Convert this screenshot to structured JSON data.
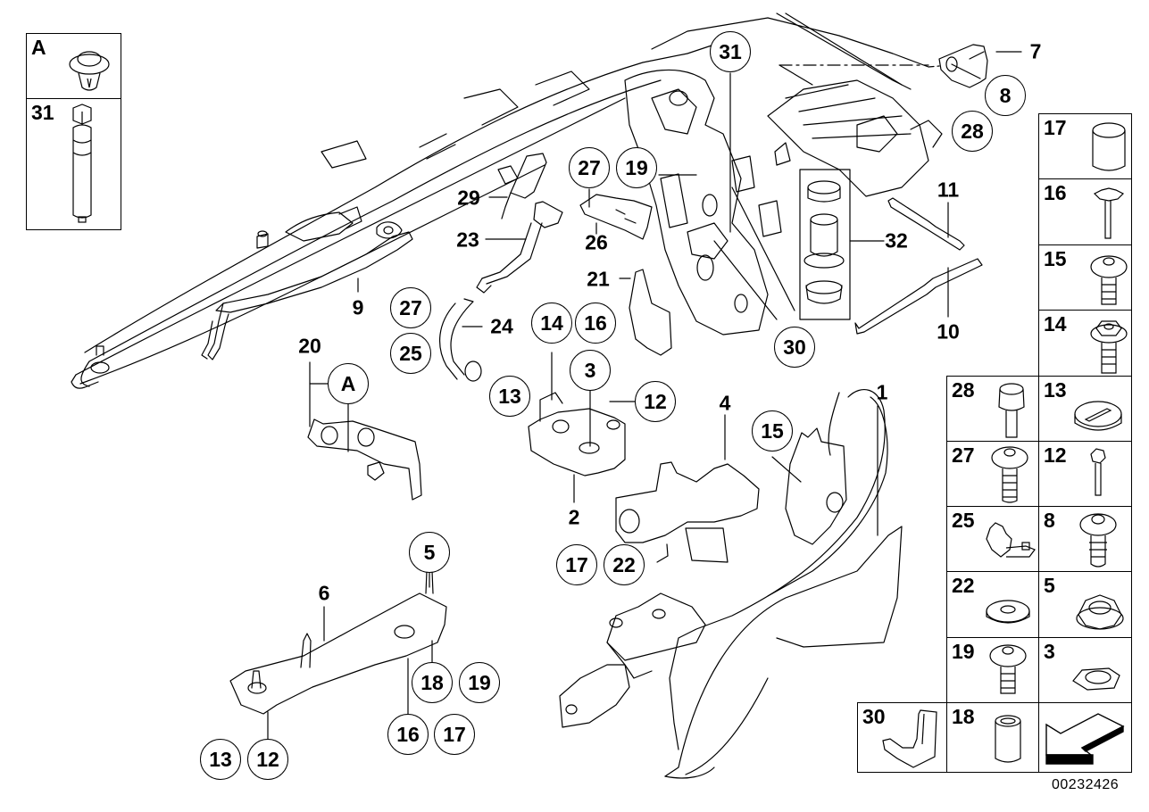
{
  "diagram": {
    "title": "Exploded parts diagram — convertible top frame / locking mechanism",
    "document_number": "00232426",
    "callouts": {
      "plain": [
        {
          "id": "1",
          "label": "1"
        },
        {
          "id": "2",
          "label": "2"
        },
        {
          "id": "4",
          "label": "4"
        },
        {
          "id": "6",
          "label": "6"
        },
        {
          "id": "7",
          "label": "7"
        },
        {
          "id": "9",
          "label": "9"
        },
        {
          "id": "10",
          "label": "10"
        },
        {
          "id": "11",
          "label": "11"
        },
        {
          "id": "20",
          "label": "20"
        },
        {
          "id": "21",
          "label": "21"
        },
        {
          "id": "23",
          "label": "23"
        },
        {
          "id": "24",
          "label": "24"
        },
        {
          "id": "26",
          "label": "26"
        },
        {
          "id": "29",
          "label": "29"
        },
        {
          "id": "32",
          "label": "32"
        }
      ],
      "circled": [
        {
          "id": "31",
          "label": "31"
        },
        {
          "id": "8",
          "label": "8"
        },
        {
          "id": "28",
          "label": "28"
        },
        {
          "id": "27a",
          "label": "27"
        },
        {
          "id": "19a",
          "label": "19"
        },
        {
          "id": "27b",
          "label": "27"
        },
        {
          "id": "25",
          "label": "25"
        },
        {
          "id": "14",
          "label": "14"
        },
        {
          "id": "16a",
          "label": "16"
        },
        {
          "id": "3",
          "label": "3"
        },
        {
          "id": "13a",
          "label": "13"
        },
        {
          "id": "12a",
          "label": "12"
        },
        {
          "id": "A",
          "label": "A"
        },
        {
          "id": "30",
          "label": "30"
        },
        {
          "id": "15",
          "label": "15"
        },
        {
          "id": "17a",
          "label": "17"
        },
        {
          "id": "22",
          "label": "22"
        },
        {
          "id": "5",
          "label": "5"
        },
        {
          "id": "18",
          "label": "18"
        },
        {
          "id": "19b",
          "label": "19"
        },
        {
          "id": "16b",
          "label": "16"
        },
        {
          "id": "17b",
          "label": "17"
        },
        {
          "id": "13b",
          "label": "13"
        },
        {
          "id": "12b",
          "label": "12"
        }
      ]
    },
    "legend_left": [
      {
        "label": "A",
        "part": "expanding rivet clip"
      },
      {
        "label": "31",
        "part": "hex bolt with sleeve"
      }
    ],
    "legend_right": [
      {
        "label": "17",
        "part": "spacer sleeve"
      },
      {
        "label": "16",
        "part": "screw with clip"
      },
      {
        "label": "15",
        "part": "fillister head screw"
      },
      {
        "label": "14",
        "part": "hex flange bolt"
      },
      {
        "label": "28",
        "part": "stud"
      },
      {
        "label": "13",
        "part": "cap"
      },
      {
        "label": "27",
        "part": "fillister head screw"
      },
      {
        "label": "12",
        "part": "hex bolt"
      },
      {
        "label": "25",
        "part": "cable holder"
      },
      {
        "label": "8",
        "part": "self-tapping screw"
      },
      {
        "label": "22",
        "part": "washer"
      },
      {
        "label": "5",
        "part": "hex nut with collar"
      },
      {
        "label": "19",
        "part": "fillister head screw"
      },
      {
        "label": "3",
        "part": "hex nut"
      },
      {
        "label": "30",
        "part": "bracket clip"
      },
      {
        "label": "18",
        "part": "sleeve"
      },
      {
        "label": "",
        "part": "direction arrow"
      }
    ]
  }
}
